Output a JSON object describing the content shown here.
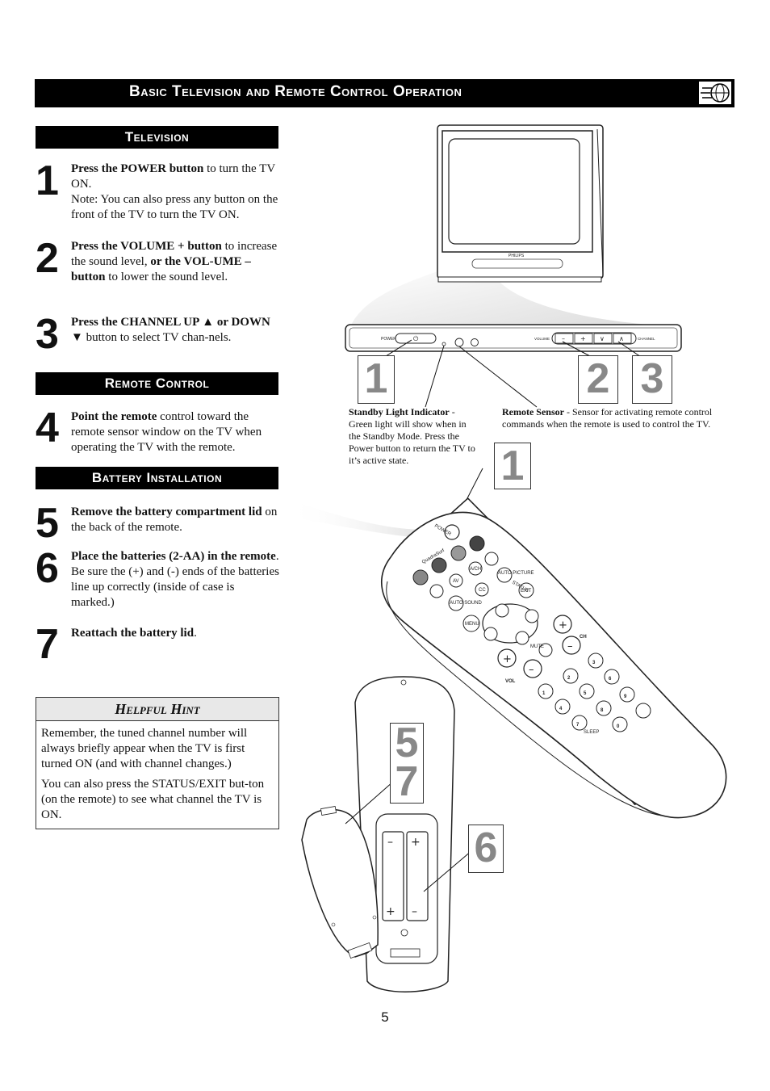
{
  "banner": {
    "title": "Basic Television and Remote Control Operation"
  },
  "sections": {
    "television": "Television",
    "remote_control": "Remote Control",
    "battery_installation": "Battery Installation"
  },
  "steps": [
    {
      "num": "1",
      "bold": "Press the POWER button",
      "rest": " to turn the TV ON.",
      "note": "Note: You can also press any button on the front of the TV to turn the TV ON."
    },
    {
      "num": "2",
      "bold": "Press the VOLUME +  button",
      "rest": " to increase the sound level, ",
      "bold2": "or the VOL-UME – button",
      "rest2": " to lower the sound level."
    },
    {
      "num": "3",
      "bold": "Press the CHANNEL UP ▲ or DOWN ▼",
      "rest": " button to select TV chan-nels."
    },
    {
      "num": "4",
      "bold": "Point the remote",
      "rest": " control toward the remote sensor window on the TV when operating the TV with the remote."
    },
    {
      "num": "5",
      "bold": "Remove the battery compartment lid",
      "rest": " on the back of the remote."
    },
    {
      "num": "6",
      "bold": "Place the batteries (2-AA) in the remote",
      "rest": ". Be sure the (+) and (-) ends of the batteries line up correctly (inside of case is marked.)"
    },
    {
      "num": "7",
      "bold": "Reattach the battery lid",
      "rest": "."
    }
  ],
  "hint": {
    "title": "Helpful Hint",
    "p1": "Remember, the tuned channel number will always briefly appear when the TV is first turned ON (and with channel changes.)",
    "p2": "You can also press the STATUS/EXIT but-ton (on the remote) to see what channel the TV is ON."
  },
  "callouts": {
    "standby_title": "Standby Light Indicator",
    "standby_text": " - Green light will show when in the Standby Mode. Press the Power button to return the TV to it’s active state.",
    "sensor_title": "Remote Sensor",
    "sensor_text": " - Sensor for activating remote control commands when the remote is used to control the TV."
  },
  "figure_numbers": {
    "panel_power": "1",
    "panel_volume": "2",
    "panel_channel": "3",
    "remote_power": "1",
    "battery_lid_a": "5",
    "battery_lid_b": "7",
    "batteries": "6"
  },
  "panel_labels": {
    "power": "POWER",
    "volume": "VOLUME",
    "channel": "CHANNEL",
    "minus": "–",
    "plus": "+",
    "down": "∨",
    "up": "∧"
  },
  "remote_labels": {
    "power": "POWER",
    "quadrasurf": "QuadraSurf",
    "av": "AV",
    "a_ch": "A/CH",
    "auto_picture": "AUTO PICTURE",
    "status": "STATUS",
    "exit": "EXIT",
    "cc": "CC",
    "auto_sound": "AUTO SOUND",
    "menu": "MENU",
    "mute": "MUTE",
    "ch": "CH",
    "vol": "VOL",
    "sleep": "SLEEP",
    "digits": [
      "1",
      "2",
      "3",
      "4",
      "5",
      "6",
      "7",
      "8",
      "9",
      "0"
    ]
  },
  "tv_brand": "PHILIPS",
  "page_number": "5"
}
